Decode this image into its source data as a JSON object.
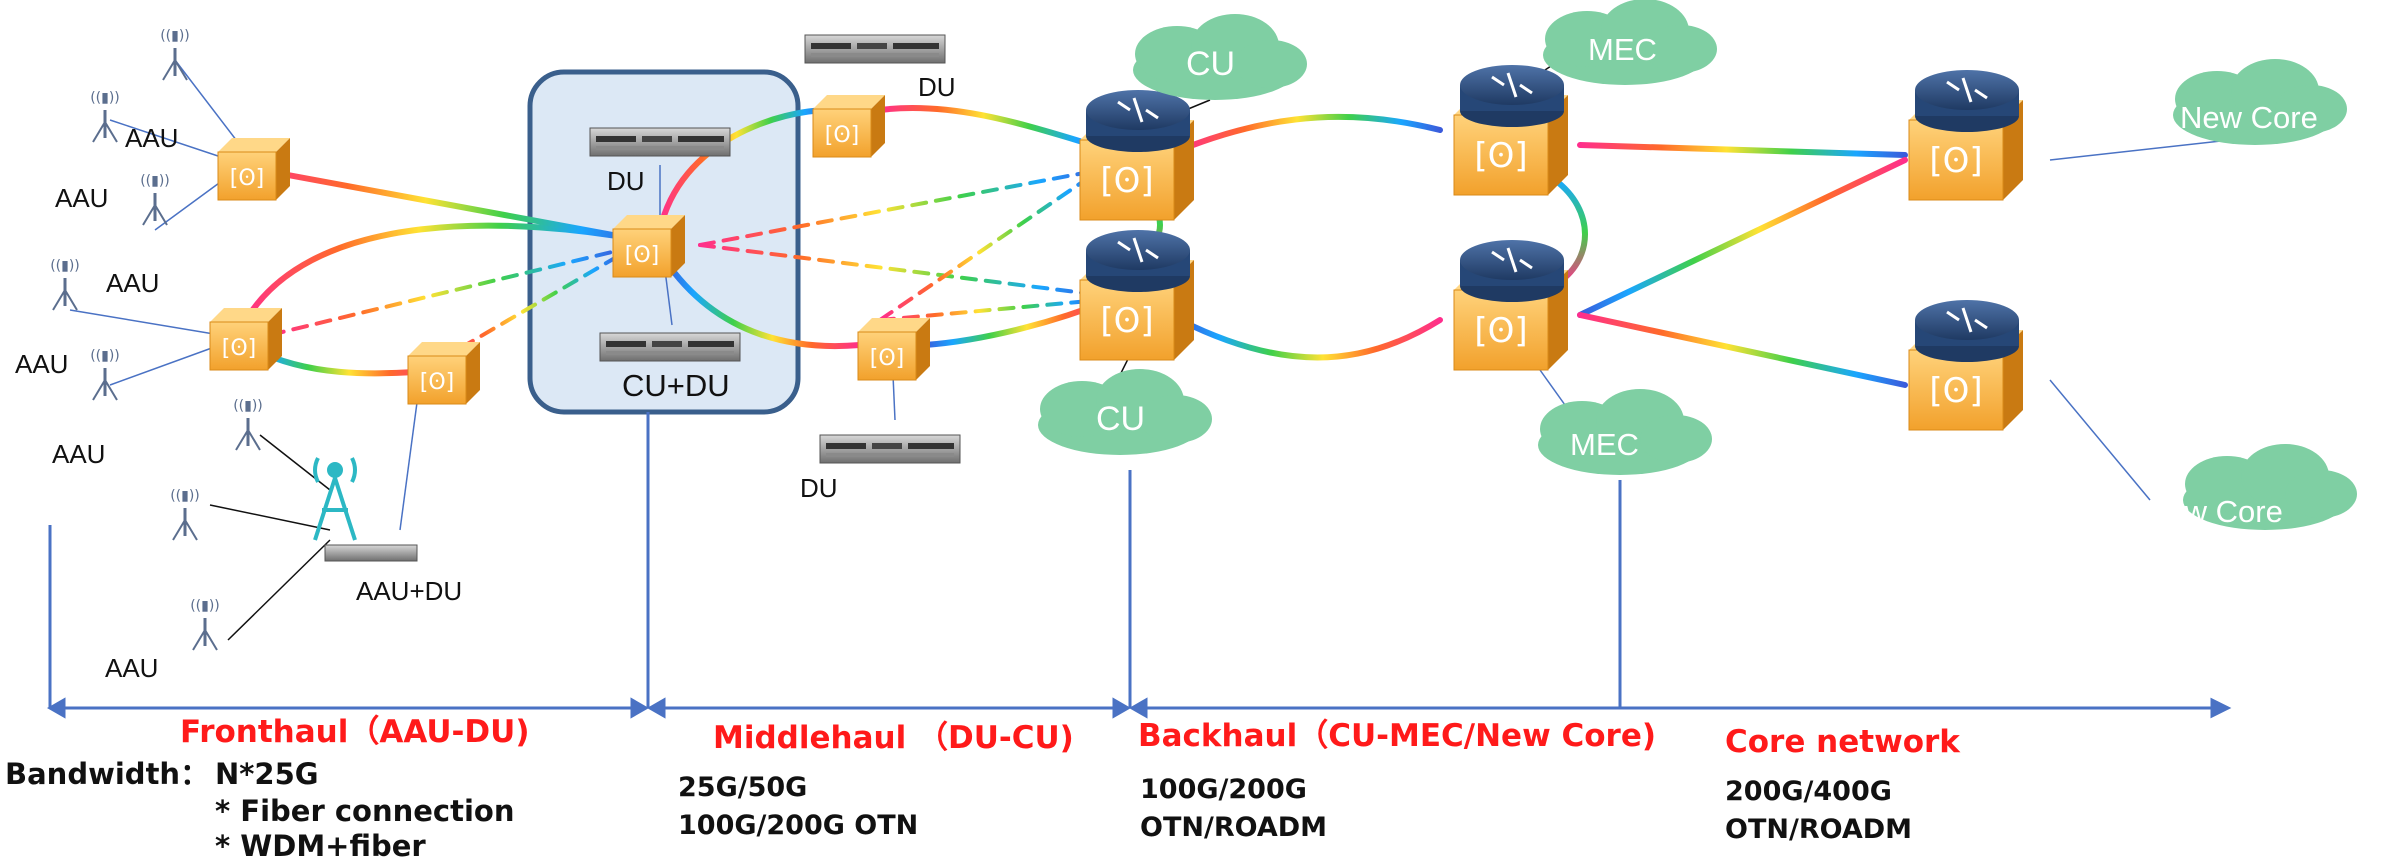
{
  "colors": {
    "switch_orange": "#f2a12c",
    "router_blue": "#2e4d7e",
    "cloud_green": "#7fcfa3",
    "highlight_box": "#dce8f5",
    "highlight_border": "#3a5f8c",
    "axis_blue": "#4a72c4",
    "section_red": "#ff1a1a"
  },
  "labels": {
    "aau": "AAU",
    "du": "DU",
    "cu_du": "CU+DU",
    "aau_du": "AAU+DU",
    "cu": "CU",
    "mec": "MEC",
    "new_core": "New Core"
  },
  "sections": {
    "fronthaul": {
      "title": "Fronthaul（AAU-DU)",
      "bandwidth_label": "Bandwidth：",
      "specs": [
        "N*25G",
        "* Fiber connection",
        "* WDM+fiber"
      ]
    },
    "middlehaul": {
      "title": "Middlehaul （DU-CU)",
      "specs": [
        "25G/50G",
        "100G/200G OTN"
      ]
    },
    "backhaul": {
      "title": "Backhaul（CU-MEC/New Core)",
      "specs": [
        "100G/200G",
        "OTN/ROADM"
      ]
    },
    "core": {
      "title": "Core network",
      "specs": [
        "200G/400G",
        "OTN/ROADM"
      ]
    }
  }
}
